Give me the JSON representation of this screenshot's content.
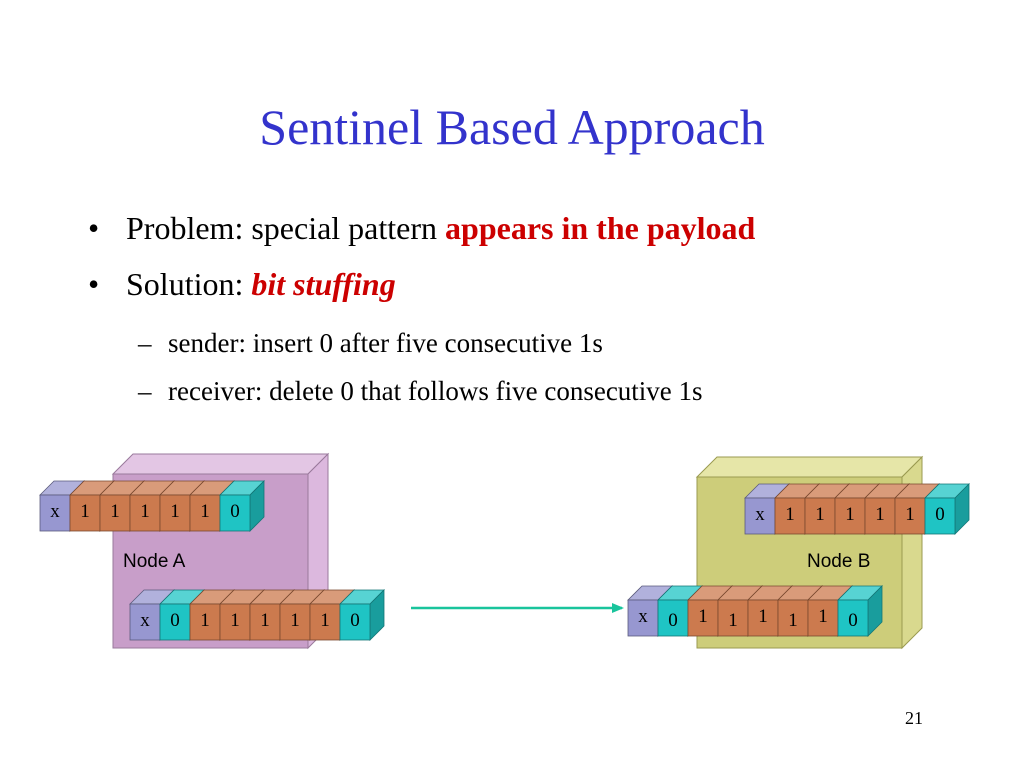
{
  "slide": {
    "title": "Sentinel Based Approach",
    "page_number": "21"
  },
  "bullets": [
    {
      "marker": "•",
      "text": "Problem: special pattern ",
      "emphasis": "appears in the payload"
    },
    {
      "marker": "•",
      "text": "Solution: ",
      "emphasis": "bit stuffing"
    }
  ],
  "sub_bullets": [
    {
      "marker": "–",
      "text": "sender: insert 0 after five consecutive 1s"
    },
    {
      "marker": "–",
      "text": "receiver: delete 0 that follows five consecutive 1s"
    }
  ],
  "colors": {
    "title": "#3333cc",
    "emphasis": "#cc0000",
    "node_a": "#c89ec9",
    "node_b": "#cdcd7a",
    "bit_x": "#9797d0",
    "bit_1": "#cc7a4e",
    "bit_0": "#1fc4c4",
    "arrow": "#19c49c"
  },
  "diagram": {
    "nodes": [
      {
        "name": "Node A",
        "label": "Node A"
      },
      {
        "name": "Node B",
        "label": "Node B"
      }
    ],
    "sequences": [
      {
        "id": "node-a-original",
        "bits": [
          "x",
          "1",
          "1",
          "1",
          "1",
          "1",
          "0"
        ]
      },
      {
        "id": "node-a-stuffed",
        "bits": [
          "x",
          "0",
          "1",
          "1",
          "1",
          "1",
          "1",
          "0"
        ]
      },
      {
        "id": "node-b-received",
        "bits": [
          "x",
          "0",
          "1",
          "1",
          "1",
          "1",
          "1",
          "0"
        ]
      },
      {
        "id": "node-b-restored",
        "bits": [
          "x",
          "1",
          "1",
          "1",
          "1",
          "1",
          "0"
        ]
      }
    ]
  }
}
